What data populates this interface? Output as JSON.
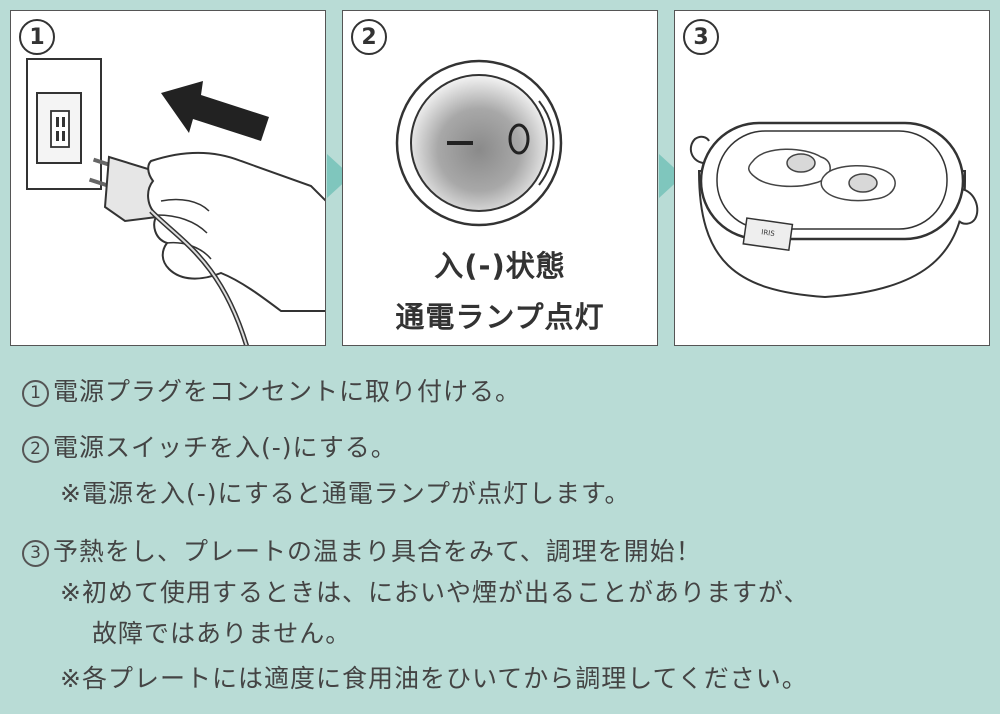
{
  "panels": [
    {
      "number": "1"
    },
    {
      "number": "2",
      "caption_line1": "入(-)状態",
      "caption_line2": "通電ランプ点灯"
    },
    {
      "number": "3",
      "nameplate": "IRIS"
    }
  ],
  "steps": [
    {
      "number": "1",
      "text": "電源プラグをコンセントに取り付ける。"
    },
    {
      "number": "2",
      "text": "電源スイッチを入(-)にする。",
      "note": "※電源を入(-)にすると通電ランプが点灯します。"
    },
    {
      "number": "3",
      "text": "予熱をし、プレートの温まり具合をみて、調理を開始！",
      "note1": "※初めて使用するときは、においや煙が出ることがありますが、",
      "note1_cont": "故障ではありません。",
      "note2": "※各プレートには適度に食用油をひいてから調理してください。"
    }
  ],
  "colors": {
    "background": "#b9dcd6",
    "arrow": "#7fc6bd"
  }
}
